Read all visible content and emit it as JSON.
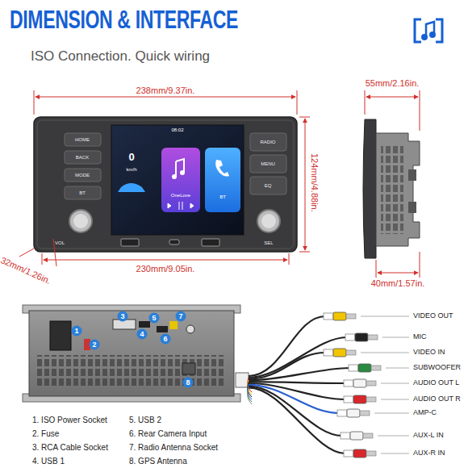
{
  "diagram": {
    "title": "DIMENSION & INTERFACE",
    "labels": [
      "ISO Connection. Quick wiring",
      "238mm/9.37in.",
      "124mm/4.88in.",
      "230mm/9.05in.",
      "32mm/1.26in.",
      "55mm/2.16in.",
      "40mm/1.57in.",
      "HOME",
      "BACK",
      "MODE",
      "BT",
      "RADIO",
      "MENU",
      "EQ",
      "VOL",
      "SEL",
      "08:02",
      "0",
      "km/h",
      "OneLove",
      "BT",
      "1",
      "2",
      "3",
      "4",
      "5",
      "6",
      "7",
      "8",
      "VIDEO OUT",
      "MIC",
      "VIDEO IN",
      "SUBWOOFER",
      "AUDIO OUT L",
      "AUDIO OUT R",
      "AMP-C",
      "AUX-L IN",
      "AUX-R IN",
      "1. ISO Power Socket",
      "2. Fuse",
      "3. RCA Cable Socket",
      "4. USB 1",
      "5. USB 2",
      "6. Rear Camera Input",
      "7. Radio Antenna Socket",
      "8. GPS Antenna"
    ]
  }
}
